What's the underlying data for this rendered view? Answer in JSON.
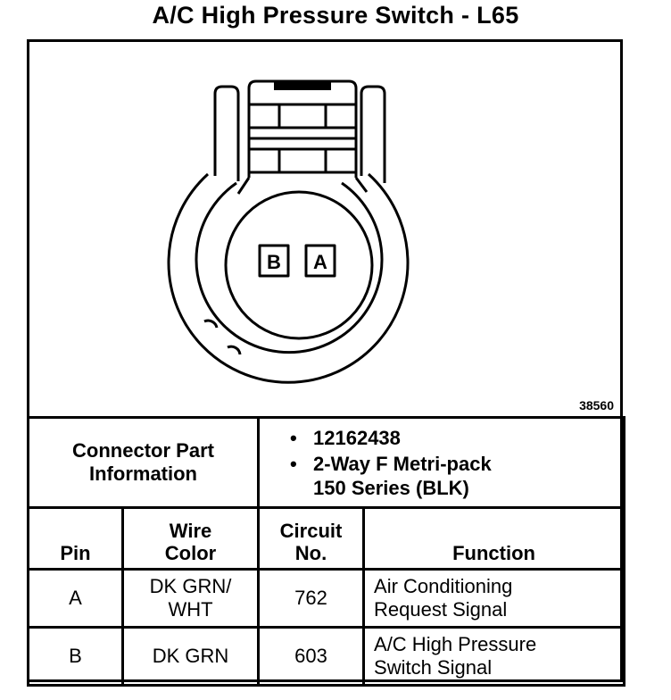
{
  "title": "A/C High Pressure Switch - L65",
  "figure_number": "38560",
  "connector": {
    "pins_shown": [
      "B",
      "A"
    ]
  },
  "part_info": {
    "label_line1": "Connector Part",
    "label_line2": "Information",
    "items": [
      {
        "line1": "12162438",
        "line2": ""
      },
      {
        "line1": "2-Way F Metri-pack",
        "line2": "150 Series (BLK)"
      }
    ]
  },
  "table": {
    "headers": {
      "pin": "Pin",
      "wire_color_1": "Wire",
      "wire_color_2": "Color",
      "circuit_1": "Circuit",
      "circuit_2": "No.",
      "function": "Function"
    },
    "rows": [
      {
        "pin": "A",
        "wire_line1": "DK GRN/",
        "wire_line2": "WHT",
        "circuit": "762",
        "function_line1": "Air Conditioning",
        "function_line2": "Request Signal"
      },
      {
        "pin": "B",
        "wire_line1": "DK GRN",
        "wire_line2": "",
        "circuit": "603",
        "function_line1": "A/C High Pressure",
        "function_line2": "Switch Signal"
      }
    ]
  }
}
